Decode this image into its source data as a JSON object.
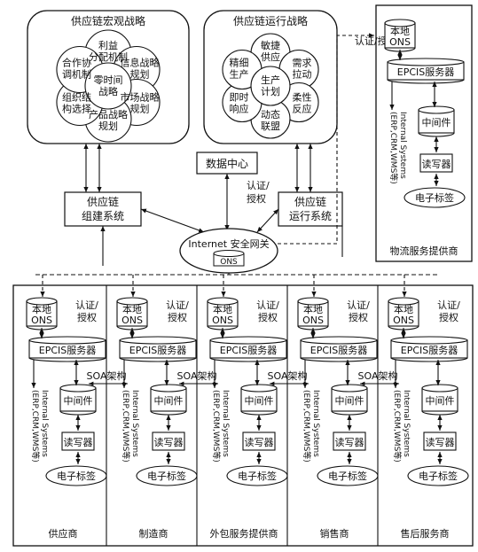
{
  "strategy_macro": {
    "title": "供应链宏观战略",
    "center": [
      "零时间",
      "战略"
    ],
    "petals": [
      [
        "利益",
        "分配机制"
      ],
      [
        "信息战略",
        "规划"
      ],
      [
        "市场战略",
        "规划"
      ],
      [
        "产品战略",
        "规划"
      ],
      [
        "组织结",
        "构选择"
      ],
      [
        "合作协",
        "调机制"
      ]
    ]
  },
  "strategy_ops": {
    "title": "供应链运行战略",
    "center": [
      "生产",
      "计划"
    ],
    "petals": [
      [
        "敏捷",
        "供应"
      ],
      [
        "需求",
        "拉动"
      ],
      [
        "柔性",
        "反应"
      ],
      [
        "动态",
        "联盟"
      ],
      [
        "即时",
        "响应"
      ],
      [
        "精细",
        "生产"
      ]
    ]
  },
  "data_center": "数据中心",
  "build_system": [
    "供应链",
    "组建系统"
  ],
  "run_system": [
    "供应链",
    "运行系统"
  ],
  "gateway": {
    "label": "Internet 安全网关",
    "ons": "ONS"
  },
  "auth_label": [
    "认证/",
    "授权"
  ],
  "auth_label_top": "认证/授权",
  "soa_label": "SOA架构",
  "module": {
    "local_ons": [
      "本地",
      "ONS"
    ],
    "auth": [
      "认证/",
      "授权"
    ],
    "epcis": "EPCIS服务器",
    "internal": [
      "Internal Systems",
      "(ERP,CRM,WMS等)"
    ],
    "middleware": "中间件",
    "reader": "读写器",
    "tag": "电子标签"
  },
  "logistics_provider": "物流服务提供商",
  "partners": [
    "供应商",
    "制造商",
    "外包服务提供商",
    "销售商",
    "售后服务商"
  ]
}
